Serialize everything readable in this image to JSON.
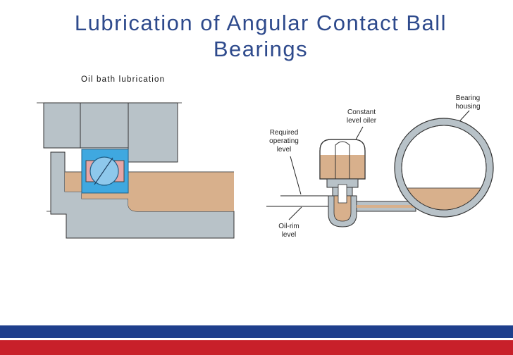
{
  "slide": {
    "title_line1": "Lubrication of Angular Contact Ball",
    "title_line2": "Bearings",
    "subheading": "Oil bath lubrication"
  },
  "labels": {
    "constant_line1": "Constant",
    "constant_line2": "level oiler",
    "bearing_line1": "Bearing",
    "bearing_line2": "housing",
    "required_line1": "Required",
    "required_line2": "operating",
    "required_line3": "level",
    "oilrim_line1": "Oil-rim",
    "oilrim_line2": "level"
  },
  "colors": {
    "title": "#2e4a8c",
    "metal": "#b8c2c8",
    "oil": "#d8b08c",
    "bearing_blue": "#3fa8e0",
    "footer_blue": "#1f3f8c",
    "footer_red": "#c8202a"
  }
}
